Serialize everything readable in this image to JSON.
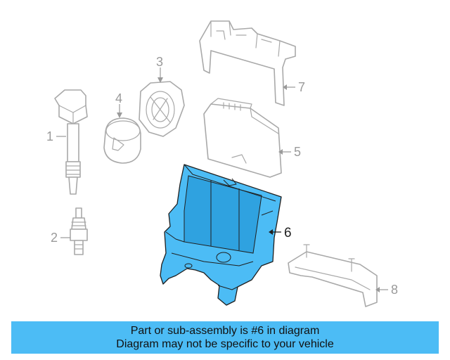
{
  "callouts": [
    "1",
    "2",
    "3",
    "4",
    "5",
    "6",
    "7",
    "8"
  ],
  "banner": {
    "line1": "Part or sub-assembly is #6 in diagram",
    "line2": "Diagram may not be specific to your vehicle",
    "color": "#4cbcf5"
  },
  "highlight": {
    "part_number": "6",
    "color": "#4cbcf5"
  }
}
